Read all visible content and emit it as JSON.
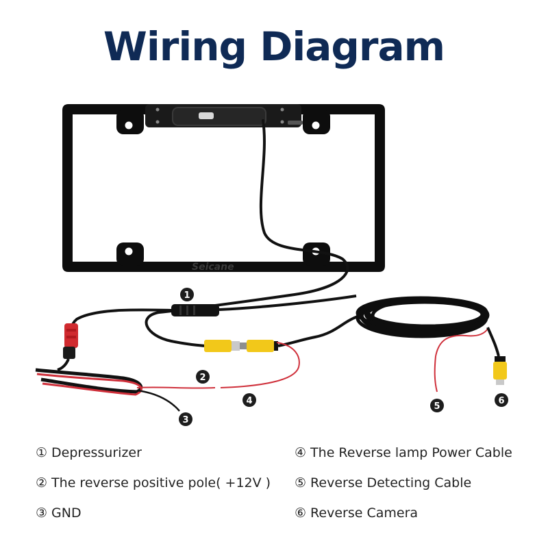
{
  "title": "Wiring Diagram",
  "brand": "Seicane",
  "colors": {
    "title": "#0f2a55",
    "cable": "#111111",
    "red_wire": "#cf2f3a",
    "connector_yellow": "#f2c81a",
    "frame": "#0d0d0d"
  },
  "markers": [
    "1",
    "2",
    "3",
    "4",
    "5",
    "6"
  ],
  "legend": [
    {
      "num": "①",
      "text": "Depressurizer"
    },
    {
      "num": "④",
      "text": "The Reverse lamp Power Cable"
    },
    {
      "num": "②",
      "text": "The reverse positive pole( +12V )"
    },
    {
      "num": "⑤",
      "text": "Reverse Detecting Cable"
    },
    {
      "num": "③",
      "text": "GND"
    },
    {
      "num": "⑥",
      "text": "Reverse  Camera"
    }
  ]
}
